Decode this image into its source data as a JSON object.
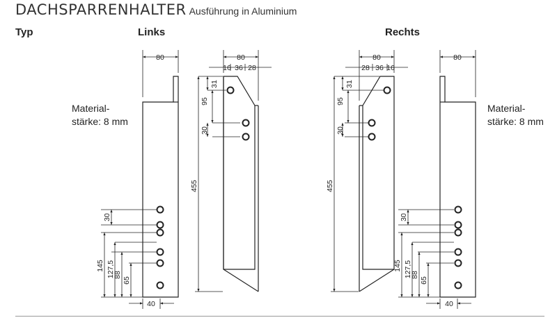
{
  "title": {
    "main": "DACHSPARRENHALTER",
    "sub": "Ausführung in Aluminium"
  },
  "headers": {
    "typ": "Typ",
    "links": "Links",
    "rechts": "Rechts"
  },
  "material": {
    "line1": "Material-",
    "line2": "stärke: 8 mm"
  },
  "dims": {
    "w80": "80",
    "w40": "40",
    "top16": "16",
    "top36": "36",
    "top28": "28",
    "v31": "31",
    "v95": "95",
    "v30": "30",
    "v455": "455",
    "h30": "30",
    "h145": "145",
    "h127": "127,5",
    "h88": "88",
    "h65": "65"
  }
}
